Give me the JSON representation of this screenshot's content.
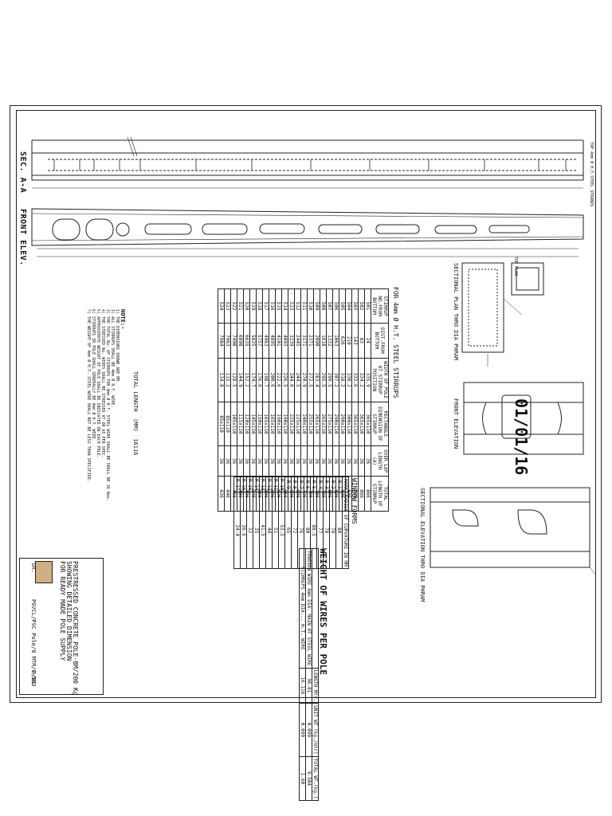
{
  "labels": {
    "sec_aa": "SEC. A-A",
    "front_elev": "FRONT ELEV.",
    "top_strands": "TOP 4mm Ø H.T.STEEL STRANDS",
    "sectional_plan": "SECTIONAL PLAN THRO DIA PHRAM",
    "top_plan": "TOP PLAN",
    "front_elevation": "FRONT ELEVATION",
    "sectional_elevation": "SECTIONAL ELEVATION THRO DIA PHRAM",
    "stamp": "01/01/16",
    "total_length": "TOTAL LENGTH",
    "total_unit": "(MM)",
    "total_value": "16116"
  },
  "stirrups": {
    "title": "FOR 4mm Ø H.T. STEEL STIRRUPS",
    "headers": [
      "STIRRUP NO.FROM BOTTOM",
      "DIST.FROM BOTTOM",
      "WIDTH OF POLE AT STIRRUP POSITION",
      "RECTANGLE DIMENSION OF STIRRUP",
      "OVER LAP LENGTH (A)",
      "TOTAL LENGTH OF STIRRUP"
    ],
    "rows": [
      [
        "501",
        "24",
        "335.9",
        "365x110",
        "36",
        "866"
      ],
      [
        "502",
        "83",
        "334.2",
        "365x110",
        "36",
        "866"
      ],
      [
        "503",
        "143",
        "332.6",
        "365x110",
        "36",
        "866"
      ],
      [
        "504",
        "210",
        "330.2",
        "300x110",
        "36",
        "836"
      ],
      [
        "505",
        "626",
        "318.2",
        "290x110",
        "36",
        "836"
      ],
      [
        "506",
        "1063",
        "307.2",
        "290x110",
        "36",
        "836"
      ],
      [
        "507",
        "1332",
        "299.5",
        "275x110",
        "36",
        "806"
      ],
      [
        "508",
        "1618",
        "295.5",
        "265x110",
        "36",
        "786"
      ],
      [
        "509",
        "2090",
        "283.4",
        "265x110",
        "36",
        "786"
      ],
      [
        "510",
        "2371",
        "272.5",
        "255x110",
        "36",
        "766"
      ],
      [
        "511",
        "3171",
        "270.9",
        "240x110",
        "36",
        "736"
      ],
      [
        "512",
        "2445",
        "244.5",
        "225x110",
        "36",
        "696"
      ],
      [
        "513",
        "3239",
        "244.6",
        "225x110",
        "36",
        "696"
      ],
      [
        "514",
        "4093",
        "226.5",
        "190x110",
        "36",
        "666"
      ],
      [
        "515",
        "4101",
        "222.6",
        "190x110",
        "36",
        "626"
      ],
      [
        "516",
        "4895",
        "200.6",
        "165x110",
        "36",
        "596"
      ],
      [
        "517",
        "4963",
        "198.7",
        "165x110",
        "36",
        "596"
      ],
      [
        "518",
        "5757",
        "176.6",
        "150x110",
        "36",
        "566"
      ],
      [
        "519",
        "5825",
        "174.7",
        "145x110",
        "36",
        "546"
      ],
      [
        "520",
        "6635",
        "152.2",
        "120x110",
        "36",
        "496"
      ],
      [
        "521",
        "6898",
        "144.9",
        "115x110",
        "36",
        "486"
      ],
      [
        "522",
        "7490",
        "128.5",
        "105x110",
        "36",
        "466"
      ],
      [
        "523",
        "7963",
        "115.2",
        "85x110",
        "36",
        "446"
      ],
      [
        "524",
        "7984",
        "114.8",
        "85x110",
        "36",
        "426"
      ]
    ]
  },
  "notes": {
    "title": "NOTE:-",
    "items": [
      "1) THE DIMENSIONS SHOWN ARE MM.",
      "2) ALL STIRRUPS SHALL BE 4mm Ø H.T. WIRE.",
      "3) THE TOTAL No. OF STIRRUPS FOR 4mm Ø H.T. STEEL WIRE SHALL BE SHALL BE 36 Nos.",
      "4) THE STRESSED No. WIRES SHALL BE STRESSED AT OR AS PER SPEC.",
      "5) APPROXIMATE WEIGHT OF POLE SHALL BE INDICATED ON EACH POLE.",
      "6) STIRRUPS IN POLE SHALL GENERALLY BE 4mm Ø H.T. WIRE.",
      "7) THE WEIGHT OF 4mm Ø H.T. STEEL WIRE SHALL NOT BE LESS THAN SPECIFIED."
    ]
  },
  "window_forms": {
    "title": "WINDOW FORMS",
    "headers": [
      "MARK",
      "RADIUS OF CURVATURE IN MM"
    ],
    "rows": [
      [
        "R 1",
        "80"
      ],
      [
        "R 2",
        "78"
      ],
      [
        "R 3",
        "78"
      ],
      [
        "R 4",
        "77"
      ],
      [
        "R 5",
        "88.5"
      ],
      [
        "R 6",
        "80"
      ],
      [
        "R 7",
        "76"
      ],
      [
        "R 8",
        "72"
      ],
      [
        "R 9",
        "65"
      ],
      [
        "R 10",
        "53.5"
      ],
      [
        "R 11",
        "51"
      ],
      [
        "R 12",
        "44"
      ],
      [
        "R 13",
        "41.5"
      ],
      [
        "R 14",
        "35"
      ],
      [
        "R 15",
        "32"
      ],
      [
        "R 16",
        "26.6"
      ],
      [
        "R 17",
        "24.4"
      ]
    ]
  },
  "weights": {
    "title": "WEIGHT OF WIRES PER POLE",
    "headers": [
      "",
      "LENGTH Mtr.",
      "UNIT WT (kg./mtr)",
      "TOTAL WT.(kg.)"
    ],
    "rows": [
      [
        "TENSION WIRE 4mm DIA. MAIN HT STEEL WIRE",
        "96.01",
        "0.099",
        "9.504"
      ],
      [
        "STIRRUPS 4mm DIA... H.T. WIRE",
        "16.116",
        "0.099",
        "1.60"
      ]
    ]
  },
  "title_block": {
    "line1": "PRESTRESSED CONCRETE POLE-8M/200 Kg",
    "line2": "SHOWING DETAILED DIMENSION",
    "line3": "FOR READY MADE POLE SUPPLY",
    "drawing_no": "PGVCL/PSC Pole/8 MTR/C-583",
    "sheet_label": "SR.",
    "rev": "R/01"
  },
  "colors": {
    "ink": "#222222",
    "paper": "#ffffff"
  }
}
